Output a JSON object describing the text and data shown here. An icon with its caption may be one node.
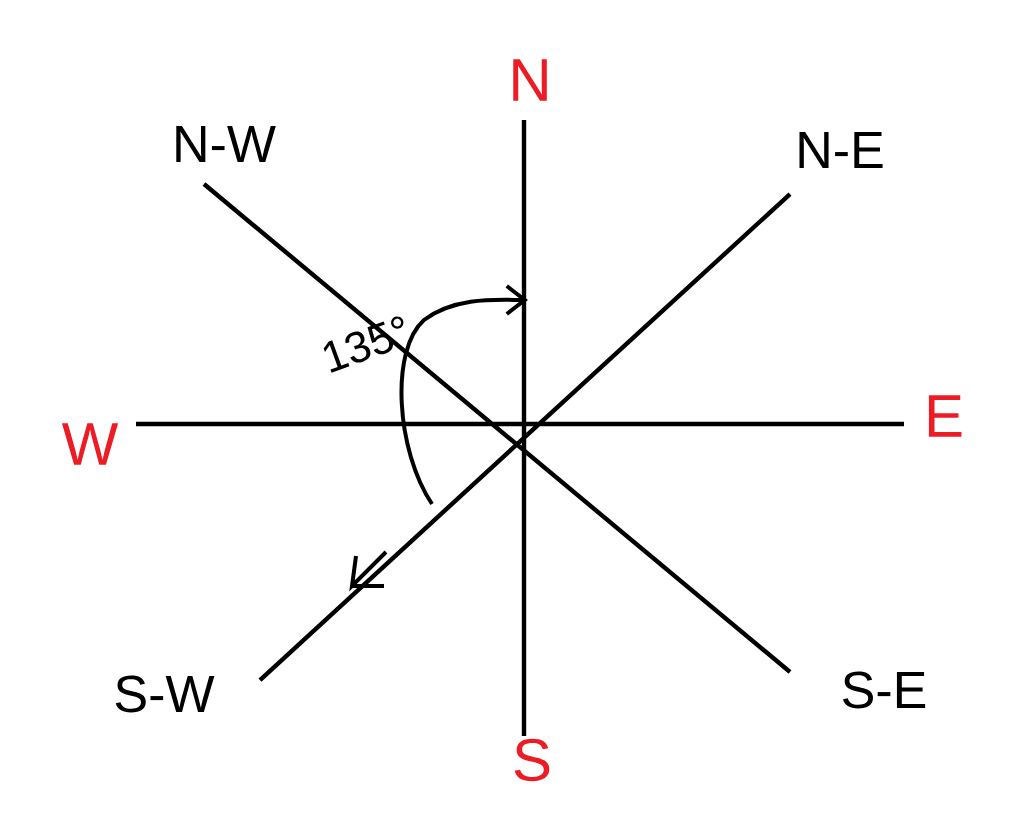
{
  "diagram": {
    "labels": [
      "N",
      "N-W",
      "N-E",
      "135°",
      "W",
      "E",
      "S-W",
      "S-E",
      "S"
    ]
  }
}
